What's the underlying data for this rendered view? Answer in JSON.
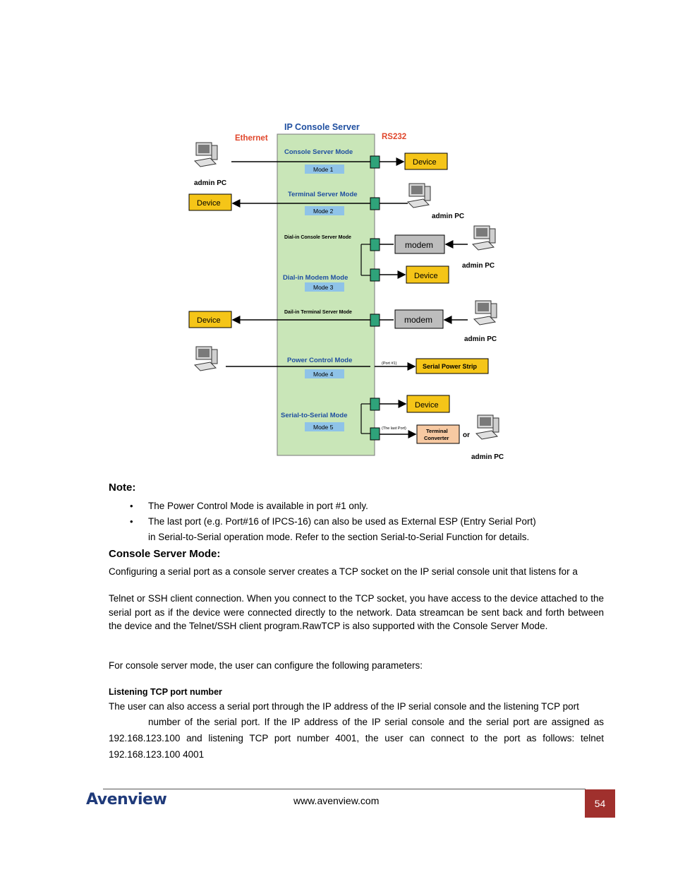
{
  "diagram": {
    "title": "IP Console Server",
    "ethernet_label": "Ethernet",
    "rs232_label": "RS232",
    "modes": {
      "console_server": "Console Server Mode",
      "mode1": "Mode 1",
      "terminal_server": "Terminal Server Mode",
      "mode2": "Mode 2",
      "dialin_console": "Dial-in Console Server Mode",
      "dialin_modem": "Dial-in Modem Mode",
      "mode3": "Mode 3",
      "dialin_terminal": "Dail-in Terminal Server Mode",
      "power_control": "Power Control Mode",
      "mode4": "Mode 4",
      "serial_to_serial": "Serial-to-Serial Mode",
      "mode5": "Mode 5"
    },
    "device_label": "Device",
    "modem_label": "modem",
    "admin_pc_label": "admin PC",
    "port1_label": "(Port #1)",
    "last_port_label": "(The last Port)",
    "serial_power_strip": "Serial Power Strip",
    "terminal_converter_line1": "Terminal",
    "terminal_converter_line2": "Converter",
    "or_label": "or"
  },
  "note": {
    "heading": "Note:",
    "bullets": [
      "The Power Control Mode is available in port #1 only.",
      "The last port (e.g. Port#16 of IPCS-16) can also be used as External ESP (Entry Serial Port) in Serial-to-Serial operation mode. Refer to the section Serial-to-Serial Function for details."
    ]
  },
  "section": {
    "heading": "Console Server Mode:",
    "p1": "Configuring a serial port as a console server creates a TCP socket on the IP serial console unit that listens for a",
    "p2": "Telnet or SSH client connection. When you connect to the TCP socket, you have access to the device attached to the serial port as if the device were connected directly to the network. Data streamcan be sent back and forth between the device and the Telnet/SSH client program.RawTCP   is also supported with the Console Server Mode.",
    "p3": "For console server mode, the user can configure the following parameters:",
    "subheading": "Listening TCP port number",
    "p4_line1": "The user can also access a serial port through the IP address of the IP serial console and the listening TCP port",
    "p4_line2": "number of the serial port. If the IP address of the IP serial console and the serial port are assigned as",
    "p4_line3": "192.168.123.100 and listening TCP port number 4001, the user can connect to the port as follows: telnet",
    "p4_line4": "192.168.123.100 4001"
  },
  "footer": {
    "logo": "Avenview",
    "url": "www.avenview.com",
    "page": "54"
  },
  "colors": {
    "server_fill": "#c9e6b8",
    "device_fill": "#f5c518",
    "modem_fill": "#bdbdbd",
    "port_fill": "#2fa37a",
    "mode_label_fill": "#8fc3e8",
    "mode_text": "#1f4fa0",
    "ethernet": "#e0462b",
    "converter_fill": "#f7c9a2",
    "page_box": "#a0302d"
  }
}
